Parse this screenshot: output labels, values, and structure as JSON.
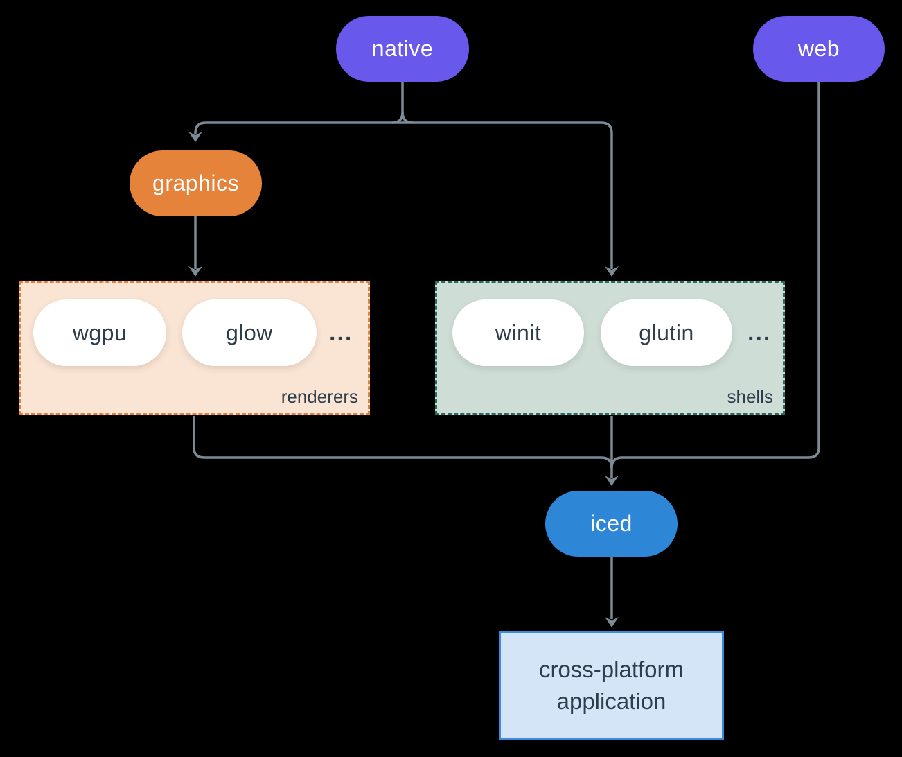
{
  "diagram": {
    "nodes": {
      "native": "native",
      "web": "web",
      "graphics": "graphics",
      "iced": "iced",
      "application": {
        "line1": "cross-platform",
        "line2": "application"
      }
    },
    "groups": {
      "renderers": {
        "label": "renderers",
        "items": [
          "wgpu",
          "glow"
        ],
        "ellipsis": "..."
      },
      "shells": {
        "label": "shells",
        "items": [
          "winit",
          "glutin"
        ],
        "ellipsis": "..."
      }
    },
    "colors": {
      "background": "#000000",
      "platform_pill": "#6859EC",
      "graphics_pill": "#E5833B",
      "iced_pill": "#2D87D6",
      "renderers_fill": "#FAE4D3",
      "renderers_border": "#E0813A",
      "shells_fill": "#CEDED7",
      "shells_border": "#226D5F",
      "application_fill": "#D4E5F7",
      "application_border": "#3C8BDE",
      "connector": "#7C8A96",
      "text_dark": "#2E3D4B",
      "text_light": "#FFFFFF"
    }
  }
}
